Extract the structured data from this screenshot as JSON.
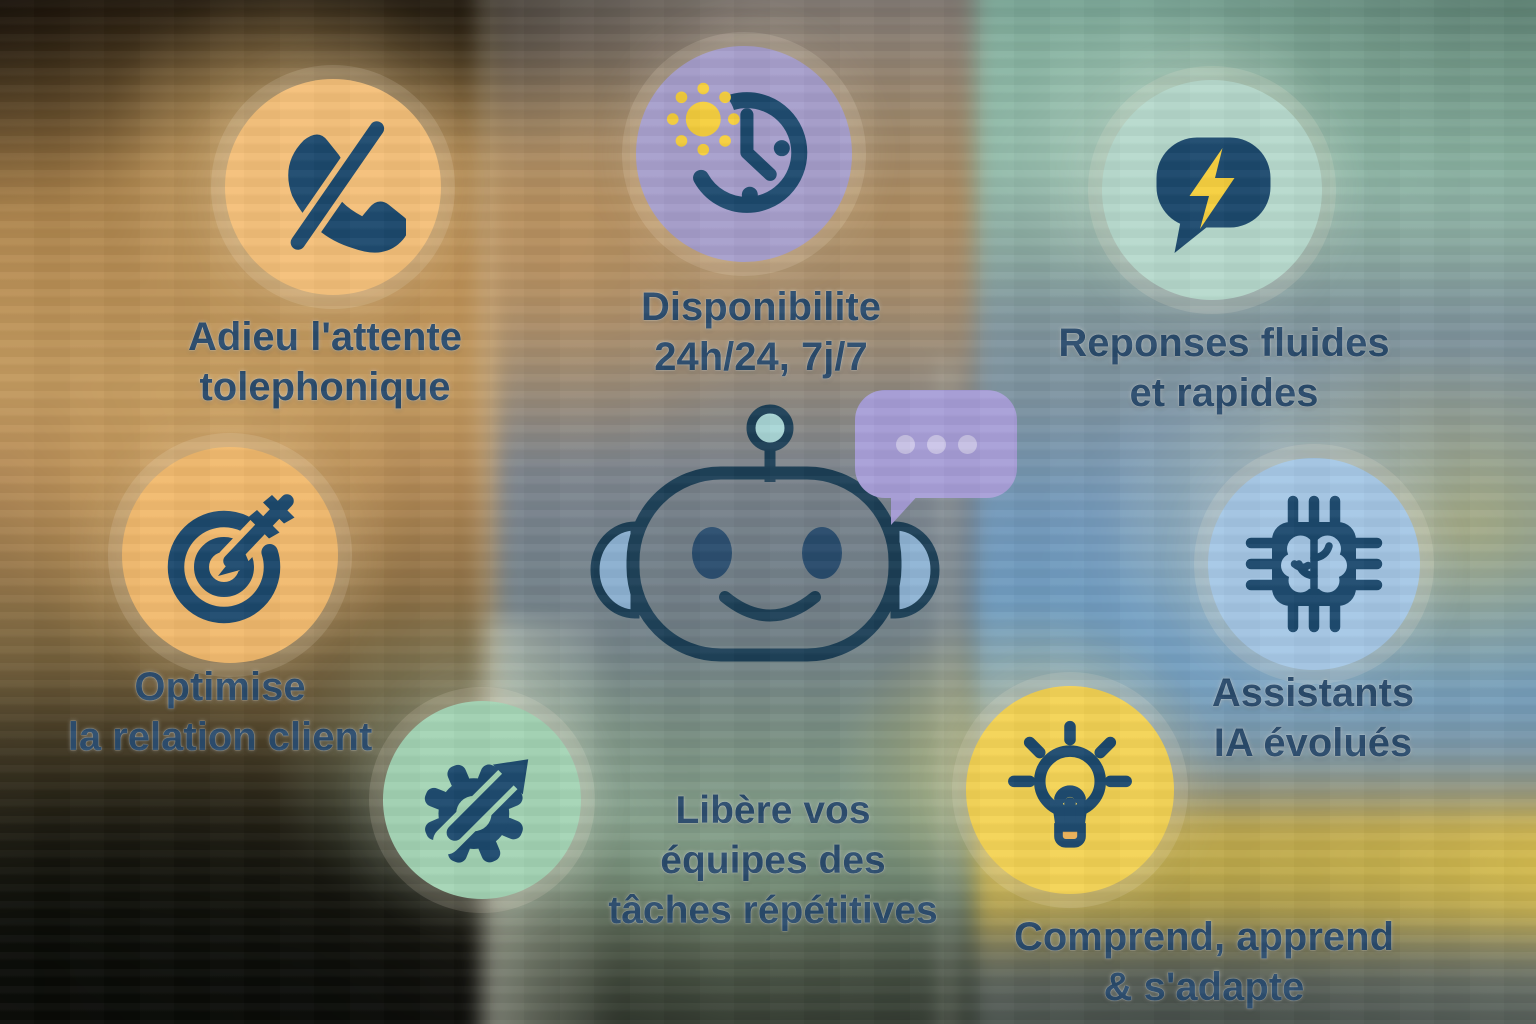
{
  "colors": {
    "text_navy": "#2b4c6d",
    "icon_navy": "#1d4a6e",
    "accent_yellow": "#f6cf3e",
    "bubble_purple": "#a89fd8",
    "circle_orange": "#f5c07a",
    "circle_purple": "#a79fcc",
    "circle_teal": "#b7dacd",
    "circle_orange2": "#f2ba6e",
    "circle_blue": "#a6c8e6",
    "circle_green": "#a4d4b5",
    "circle_yellow": "#f4d355"
  },
  "features": [
    {
      "id": "no-phone-wait",
      "icon": "phone-slash-icon",
      "lines": [
        "Adieu l'attente",
        "tolephonique"
      ]
    },
    {
      "id": "availability",
      "icon": "clock-sun-icon",
      "lines": [
        "Disponibilite",
        "24h/24, 7j/7"
      ]
    },
    {
      "id": "fluid-responses",
      "icon": "chat-lightning-icon",
      "lines": [
        "Reponses fluides",
        "et rapides"
      ]
    },
    {
      "id": "customer-relation",
      "icon": "target-arrow-icon",
      "lines": [
        "Optimise",
        "la relation client"
      ]
    },
    {
      "id": "ai-assistants",
      "icon": "chip-brain-icon",
      "lines": [
        "Assistants",
        "IA évolués"
      ]
    },
    {
      "id": "free-teams",
      "icon": "gear-arrow-icon",
      "lines": [
        "Libère vos",
        "équipes des",
        "tâches répétitives"
      ]
    },
    {
      "id": "understands-adapts",
      "icon": "lightbulb-icon",
      "lines": [
        "Comprend, apprend",
        "& s'adapte"
      ]
    }
  ],
  "robot": {
    "description": "chatbot robot head with antenna and speech bubble",
    "speech_dots": 3
  }
}
